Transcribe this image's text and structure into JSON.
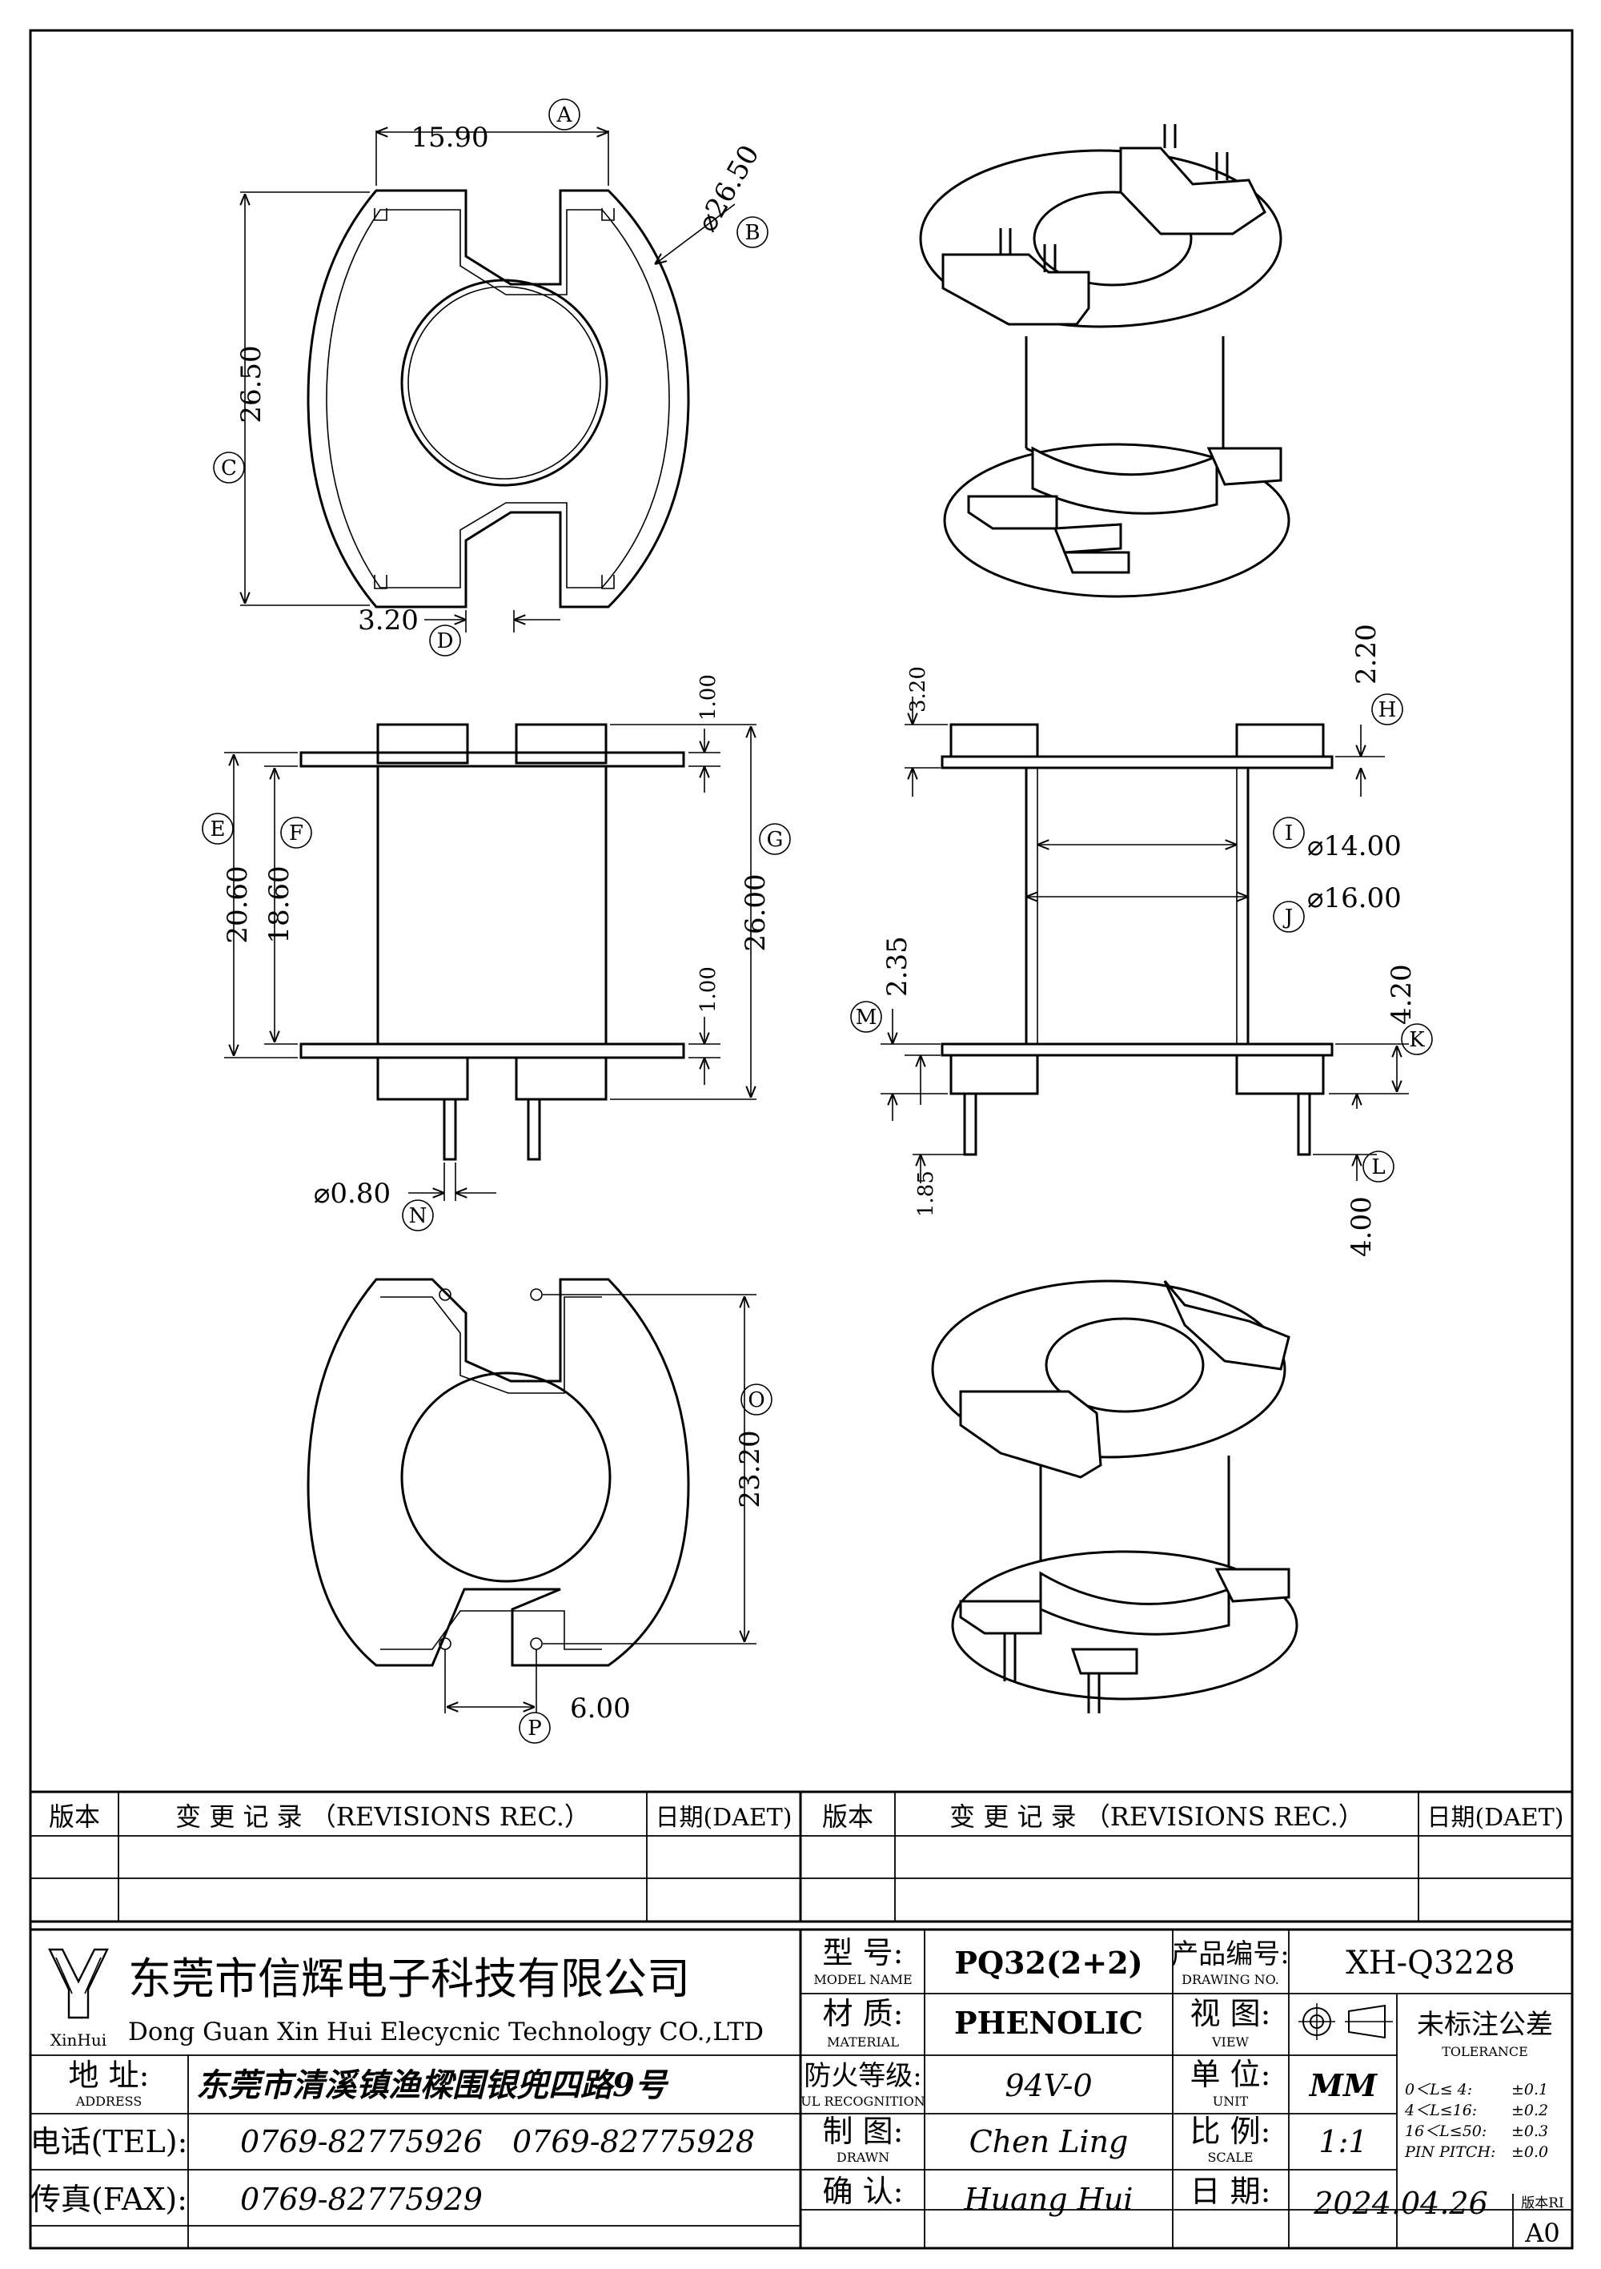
{
  "views": {
    "dims": {
      "A": "15.90",
      "B": "⌀26.50",
      "C": "26.50",
      "D": "3.20",
      "E": "20.60",
      "F": "18.60",
      "G": "26.00",
      "t1": "1.00",
      "t2": "1.00",
      "N": "⌀0.80",
      "s1": "3.20",
      "H": "2.20",
      "I": "⌀14.00",
      "J": "⌀16.00",
      "M": "2.35",
      "K": "4.20",
      "s2": "1.85",
      "L": "4.00",
      "O": "23.20",
      "P": "6.00"
    },
    "labels": {
      "A": "A",
      "B": "B",
      "C": "C",
      "D": "D",
      "E": "E",
      "F": "F",
      "G": "G",
      "H": "H",
      "I": "I",
      "J": "J",
      "K": "K",
      "L": "L",
      "M": "M",
      "N": "N",
      "O": "O",
      "P": "P"
    }
  },
  "revisions": {
    "col_version": "版本",
    "col_change": "变 更 记 录 （REVISIONS REC.）",
    "col_date": "日期(DAET)"
  },
  "titleblock": {
    "company_cn": "东莞市信辉电子科技有限公司",
    "company_en": "Dong Guan Xin Hui Elecycnic Technology CO.,LTD",
    "logo_text": "XinHui",
    "address_label": "地 址:",
    "address_label_en": "ADDRESS",
    "address": "东莞市清溪镇渔樑围银兜四路9号",
    "tel_label": "电话(TEL):",
    "tel1": "0769-82775926",
    "tel2": "0769-82775928",
    "fax_label": "传真(FAX):",
    "fax": "0769-82775929",
    "model_label": "型 号:",
    "model_label_en": "MODEL NAME",
    "model": "PQ32(2+2)",
    "material_label": "材 质:",
    "material_label_en": "MATERIAL",
    "material": "PHENOLIC",
    "fire_label": "防火等级:",
    "fire_label_en": "UL RECOGNITION",
    "fire": "94V-0",
    "drawn_label": "制 图:",
    "drawn_label_en": "DRAWN",
    "drawn": "Chen Ling",
    "check_label": "确 认:",
    "check": "Huang Hui",
    "drawing_no_label": "产品编号:",
    "drawing_no_label_en": "DRAWING NO.",
    "drawing_no": "XH-Q3228",
    "view_label": "视 图:",
    "view_label_en": "VIEW",
    "unit_label": "单 位:",
    "unit_label_en": "UNIT",
    "unit": "MM",
    "scale_label": "比 例:",
    "scale_label_en": "SCALE",
    "scale": "1:1",
    "date_label": "日 期:",
    "date": "2024.04.26",
    "tol_label": "未标注公差",
    "tol_label_en": "TOLERANCE",
    "tol": [
      {
        "range": "0＜L≤ 4:",
        "value": "±0.1"
      },
      {
        "range": "4＜L≤16:",
        "value": "±0.2"
      },
      {
        "range": "16＜L≤50:",
        "value": "±0.3"
      },
      {
        "range": "PIN PITCH:",
        "value": "±0.0"
      }
    ],
    "version_label": "版本RI",
    "version": "A0"
  }
}
